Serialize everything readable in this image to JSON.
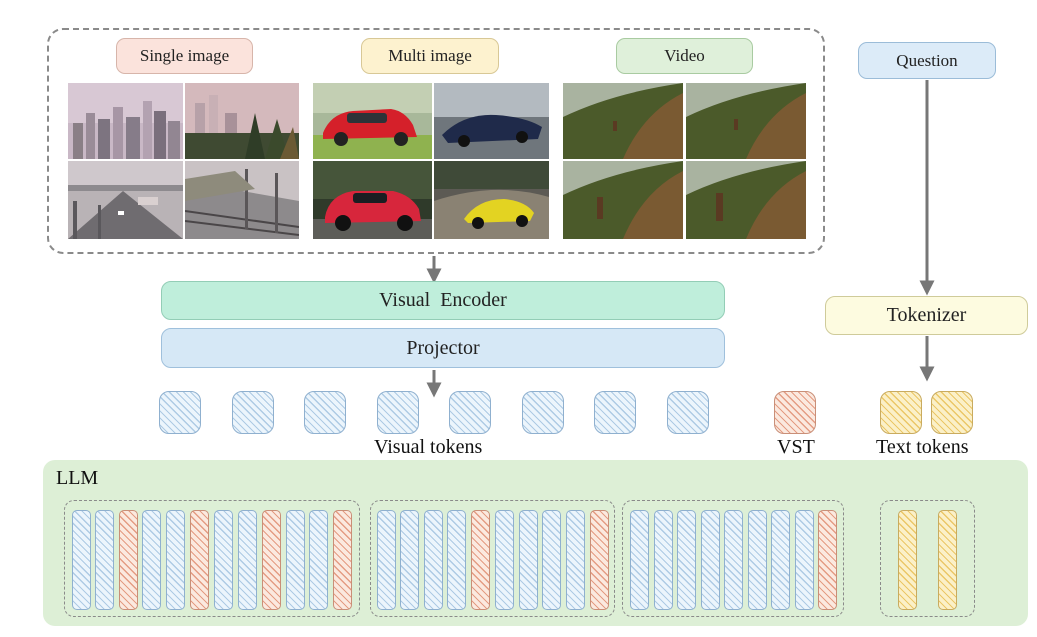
{
  "inputs": {
    "single_image": "Single image",
    "multi_image": "Multi image",
    "video": "Video",
    "question": "Question"
  },
  "modules": {
    "visual_encoder": "Visual  Encoder",
    "projector": "Projector",
    "tokenizer": "Tokenizer"
  },
  "tokens": {
    "visual_tokens": "Visual tokens",
    "vst": "VST",
    "text_tokens": "Text tokens"
  },
  "llm": {
    "label": "LLM"
  },
  "colors": {
    "single_image_pill": "#fbe3dc",
    "multi_image_pill": "#fdf2cf",
    "video_pill": "#dff0da",
    "question_pill": "#dcebf8",
    "visual_encoder": "#bfeedb",
    "projector": "#d6e8f6",
    "tokenizer": "#fdfbe0",
    "llm_panel": "#ddefd6",
    "visual_token": "#ecf5fc",
    "vst_token": "#fbe9df",
    "text_token": "#fbf0c8"
  }
}
